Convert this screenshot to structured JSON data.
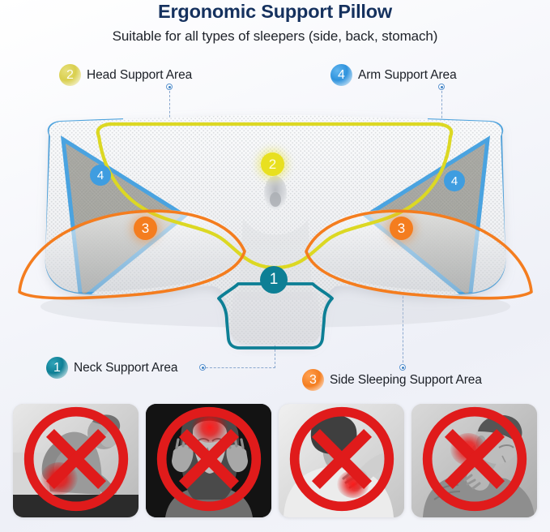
{
  "header": {
    "title": "Ergonomic Support Pillow",
    "subtitle": "Suitable for all types of sleepers (side, back, stomach)",
    "title_color": "#15315e",
    "subtitle_color": "#20242b"
  },
  "callouts": [
    {
      "number": "2",
      "label": "Head Support Area",
      "color": "#d9cf4e",
      "position": "top-left"
    },
    {
      "number": "4",
      "label": "Arm Support Area",
      "color": "#2f93dd",
      "position": "top-right"
    },
    {
      "number": "1",
      "label": "Neck Support Area",
      "color": "#0d7f95",
      "position": "bottom-left"
    },
    {
      "number": "3",
      "label": "Side Sleeping Support Area",
      "color": "#f47d1f",
      "position": "bottom-right"
    }
  ],
  "pillow": {
    "zones": [
      {
        "number": "2",
        "name": "head-support-zone",
        "outline_color": "#dcd823",
        "badge_color": "#e8e020"
      },
      {
        "number": "1",
        "name": "neck-support-zone",
        "outline_color": "#0d7f95",
        "badge_color": "#0d7f95"
      },
      {
        "number": "3",
        "name": "side-sleeping-support-zone-left",
        "outline_color": "#f47d1f",
        "badge_color": "#f47d1f"
      },
      {
        "number": "3",
        "name": "side-sleeping-support-zone-right",
        "outline_color": "#f47d1f",
        "badge_color": "#f47d1f"
      },
      {
        "number": "4",
        "name": "arm-support-zone-left",
        "outline_color": "#3f9de0",
        "badge_color": "#3f9de0"
      },
      {
        "number": "4",
        "name": "arm-support-zone-right",
        "outline_color": "#3f9de0",
        "badge_color": "#3f9de0"
      }
    ],
    "badge_2": "2",
    "badge_1": "1",
    "badge_3_left": "3",
    "badge_3_right": "3",
    "badge_4_left": "4",
    "badge_4_right": "4",
    "fabric_color": "#f0f1f3",
    "mesh_color": "#8d8d85"
  },
  "photos": [
    {
      "name": "back-pain-photo",
      "alt": "Man holding lower back in pain",
      "mark": "no-symbol",
      "mark_color": "#e01b1b"
    },
    {
      "name": "headache-photo",
      "alt": "Woman with headache holding temples",
      "mark": "no-symbol",
      "mark_color": "#e01b1b"
    },
    {
      "name": "shoulder-pain-photo",
      "alt": "Person holding painful shoulder",
      "mark": "no-symbol",
      "mark_color": "#e01b1b"
    },
    {
      "name": "neck-pain-photo",
      "alt": "Man holding painful neck",
      "mark": "no-symbol",
      "mark_color": "#e01b1b"
    }
  ],
  "connector_color": "#8aa8cf"
}
